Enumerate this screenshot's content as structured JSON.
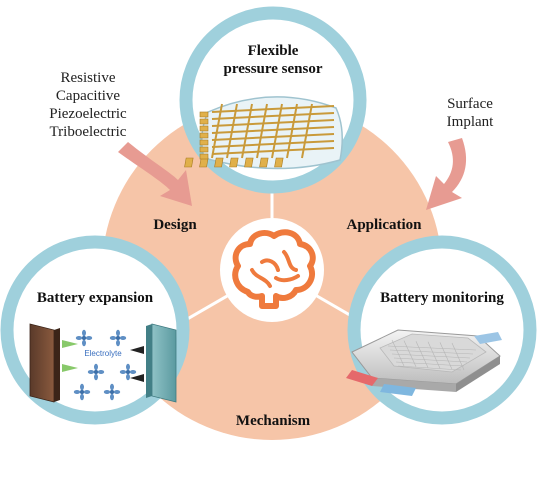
{
  "nodes": {
    "top": {
      "title_lines": [
        "Flexible",
        "pressure sensor"
      ]
    },
    "left": {
      "title": "Battery expansion",
      "inner_label": "Electrolyte"
    },
    "right": {
      "title": "Battery monitoring"
    }
  },
  "sectors": {
    "design": "Design",
    "application": "Application",
    "mechanism": "Mechanism"
  },
  "side_notes": {
    "left": [
      "Resistive",
      "Capacitive",
      "Piezoelectric",
      "Triboelectric"
    ],
    "right": [
      "Surface",
      "Implant"
    ]
  },
  "icons": {
    "center": "brain-icon",
    "arrows": "curved-arrow-icon"
  },
  "colors": {
    "ring": "#9fd0dc",
    "sector": "#f6c5a8",
    "brain": "#ef7a3d",
    "arrow": "#e79b92",
    "center_disc": "#ffffff"
  }
}
